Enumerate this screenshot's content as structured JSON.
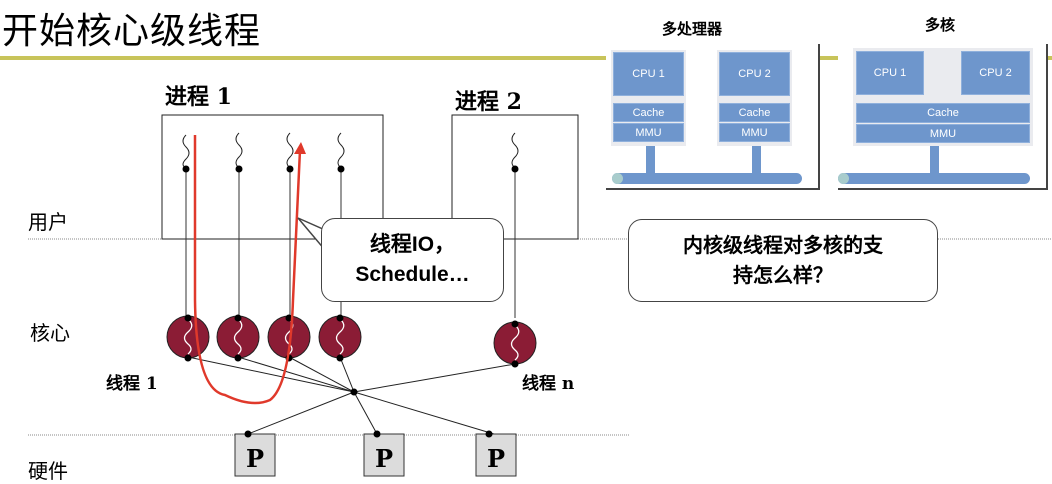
{
  "slide": {
    "title": "开始核心级线程",
    "accent_color": "#c8c45a"
  },
  "layers": {
    "user": "用户",
    "kernel": "核心",
    "hardware": "硬件"
  },
  "processes": [
    {
      "label": "进程 1",
      "thread_count": 4
    },
    {
      "label": "进程 2",
      "thread_count": 1
    }
  ],
  "kernel_threads": {
    "first_label": "线程 1",
    "last_label": "线程 n",
    "fill_color": "#8b1c35"
  },
  "processors": [
    {
      "label": "P"
    },
    {
      "label": "P"
    },
    {
      "label": "P"
    }
  ],
  "callouts": {
    "thread_io": {
      "line1": "线程IO，",
      "line2": "Schedule…"
    },
    "question": {
      "line1": "内核级线程对多核的支",
      "line2": "持怎么样？"
    }
  },
  "path_color": "#e0392b",
  "multiprocessor": {
    "title": "多处理器",
    "cpus": [
      {
        "cpu": "CPU 1",
        "cache": "Cache",
        "mmu": "MMU"
      },
      {
        "cpu": "CPU 2",
        "cache": "Cache",
        "mmu": "MMU"
      }
    ]
  },
  "multicore": {
    "title": "多核",
    "cpus": [
      "CPU 1",
      "CPU 2"
    ],
    "cache": "Cache",
    "mmu": "MMU"
  }
}
